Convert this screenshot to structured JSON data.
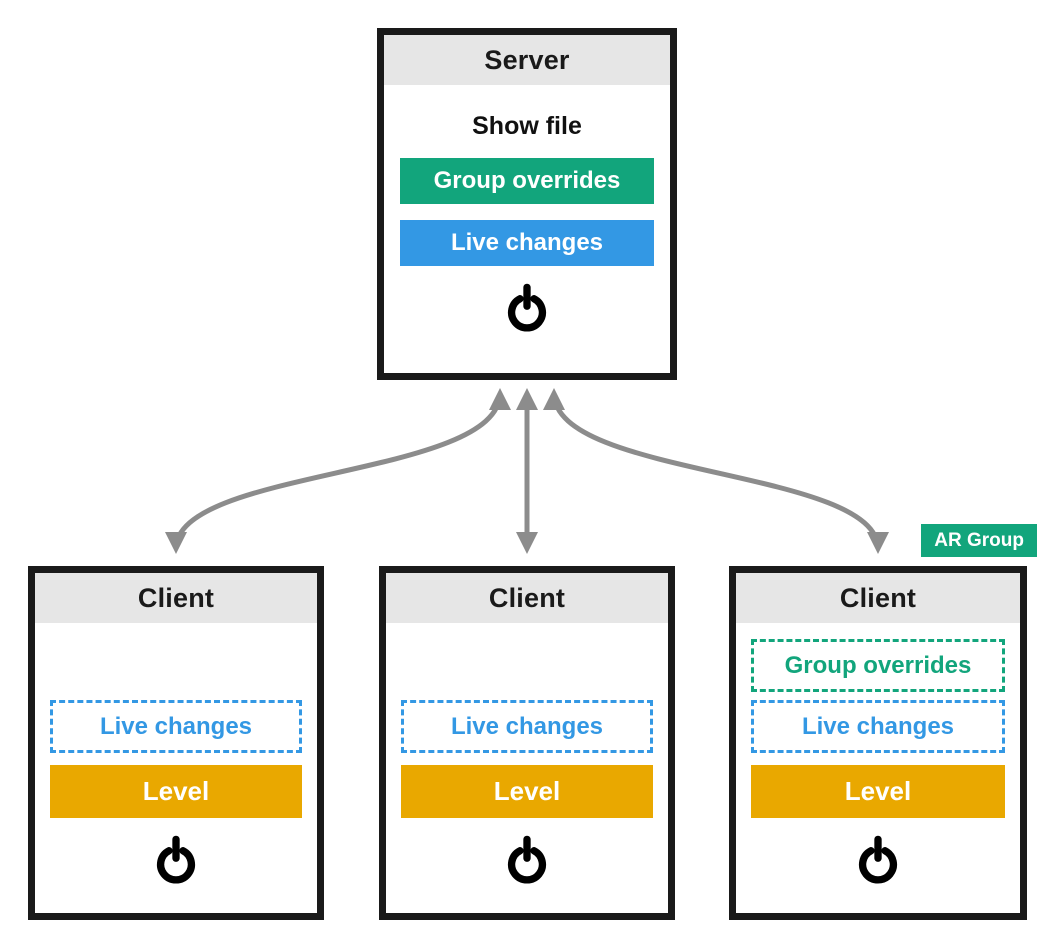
{
  "server": {
    "title": "Server",
    "show_file_label": "Show file",
    "group_overrides_label": "Group overrides",
    "live_changes_label": "Live changes"
  },
  "clients": [
    {
      "title": "Client",
      "live_changes_label": "Live changes",
      "level_label": "Level"
    },
    {
      "title": "Client",
      "live_changes_label": "Live changes",
      "level_label": "Level"
    },
    {
      "title": "Client",
      "badge_label": "AR Group",
      "group_overrides_label": "Group overrides",
      "live_changes_label": "Live changes",
      "level_label": "Level"
    }
  ],
  "icons": {
    "power": "power-icon",
    "arrow": "bidirectional-arrow"
  },
  "colors": {
    "green": "#12a57c",
    "blue": "#3398e4",
    "amber": "#e9a800",
    "arrow_gray": "#8c8c8c",
    "header_gray": "#e6e6e6",
    "box_border": "#1a1a1a"
  }
}
